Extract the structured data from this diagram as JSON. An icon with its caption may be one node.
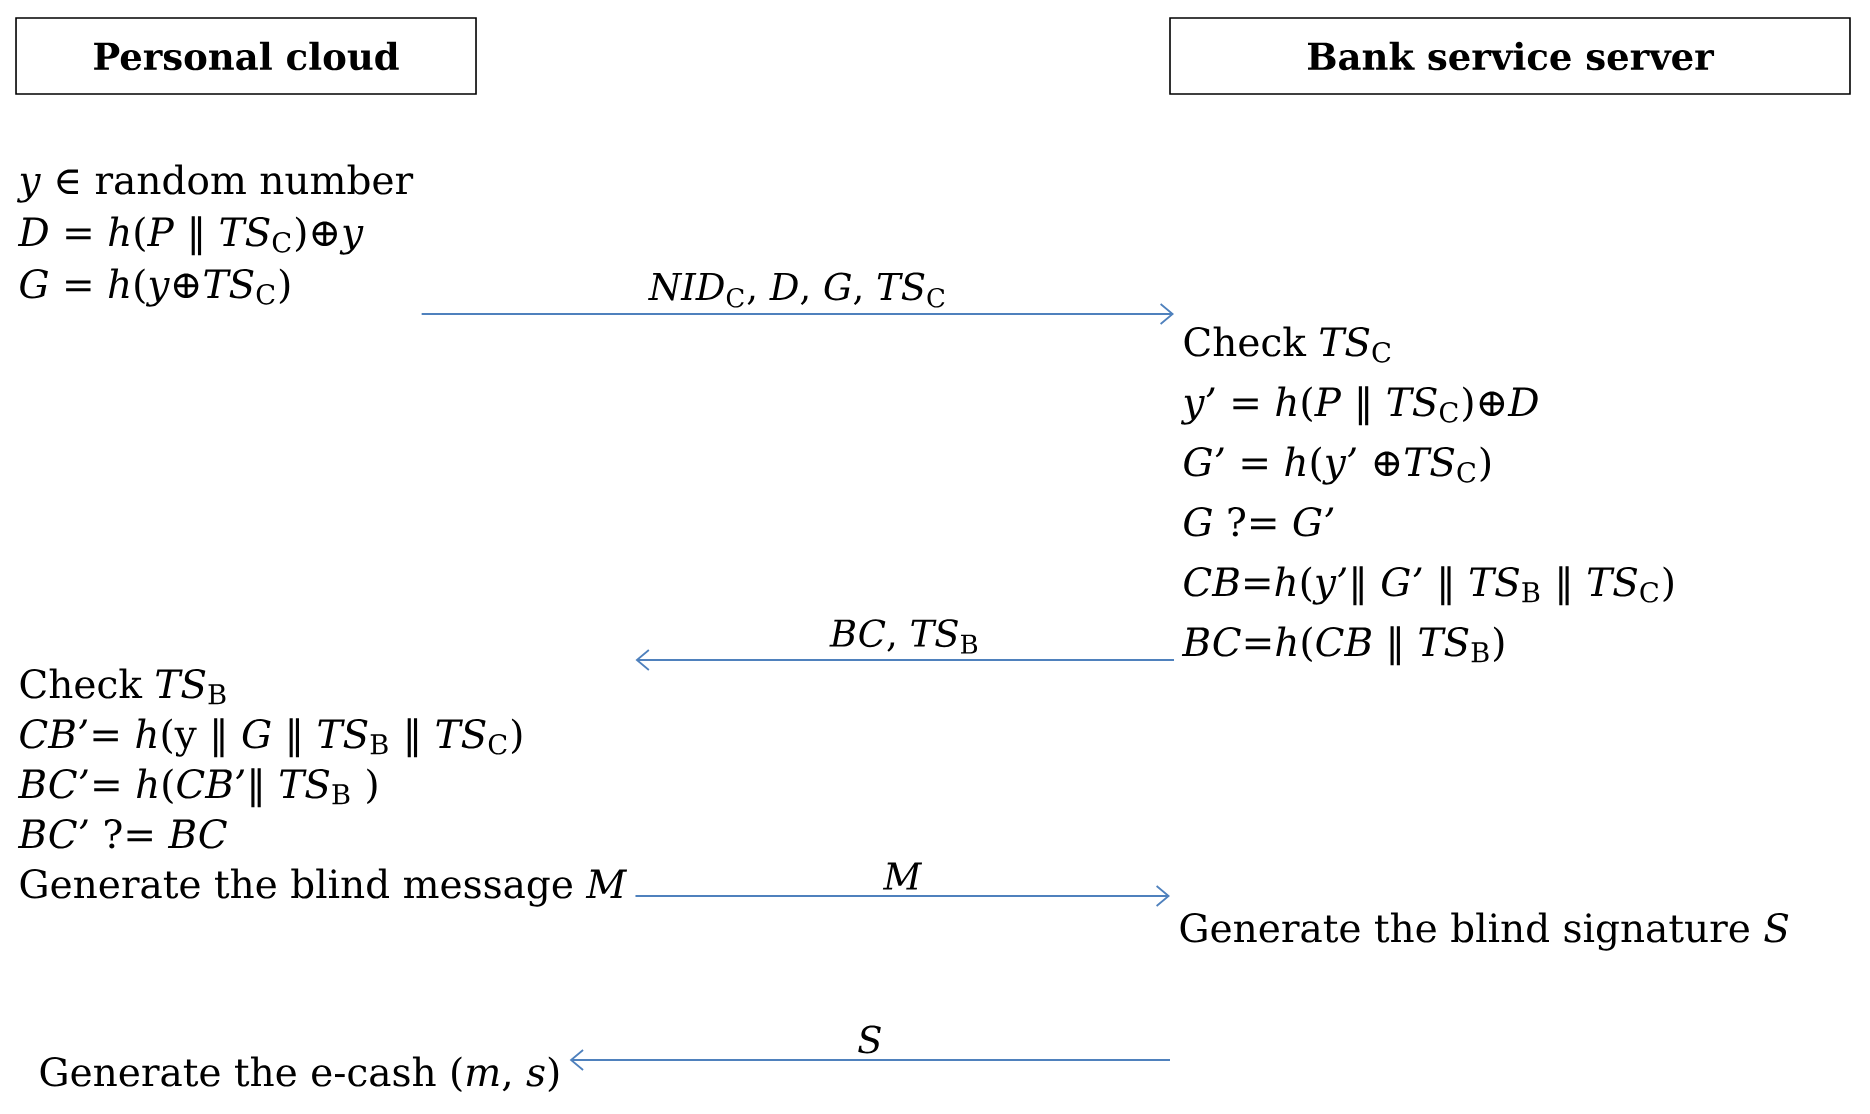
{
  "diagram": {
    "nodes": [
      {
        "text": [
          "Personal cloud"
        ]
      },
      {
        "text": [
          "Bank service server"
        ]
      },
      {
        "text": [
          "*y* ∈ random number",
          "*D* = *h*(*P* ‖ *TS*$_{C}$)⊕*y*",
          "*G* = *h*(*y*⊕*TS*$_{C}$)"
        ]
      },
      {
        "text": [
          "Check *TS*$_{C}$",
          "*y’* = *h*(*P* ‖ *TS*$_{C}$)⊕*D*",
          "*G’* = *h*(*y’* ⊕*TS*$_{C}$)",
          "*G* ?= *G’*",
          "*CB*=*h*(*y’*‖ *G’* ‖ *TS*$_{B}$ ‖ *TS*$_{C}$)",
          "*BC*=*h*(*CB* ‖ *TS*$_{B}$)"
        ]
      },
      {
        "text": [
          "Check *TS*$_{B}$",
          "*CB’*= *h*(y ‖ *G* ‖ *TS*$_{B}$ ‖ *TS*$_{C}$)",
          "*BC’*= *h*(*CB’*‖ *TS*$_{B}$ )",
          "*BC’* ?= *BC*",
          "Generate the blind message *M*"
        ]
      },
      {
        "text": [
          "Generate the blind signature *S*"
        ]
      },
      {
        "text": [
          "Generate the e-cash (*m*, *s*)"
        ]
      }
    ],
    "edges": [
      {
        "from": 2,
        "to": 3,
        "arrow": "to",
        "label": "*NID*$_{C}$, *D*, *G*, *TS*$_{C}$"
      },
      {
        "from": 3,
        "to": 4,
        "arrow": "to",
        "label": "*BC*, *TS*$_{B}$"
      },
      {
        "from": 4,
        "to": 5,
        "arrow": "to",
        "label": "*M*"
      },
      {
        "from": 5,
        "to": 6,
        "arrow": "to",
        "label": "*S*"
      }
    ]
  }
}
